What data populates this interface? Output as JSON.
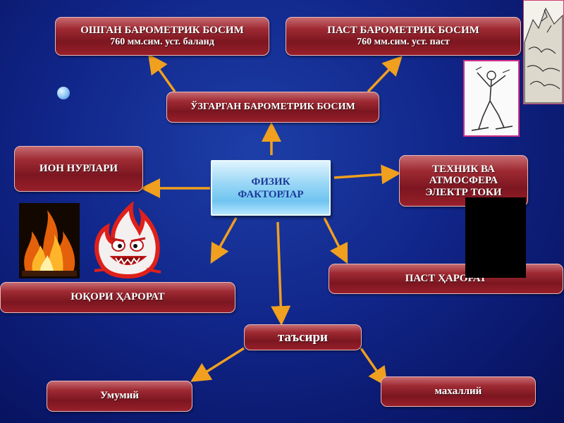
{
  "nodes": {
    "center": {
      "line1": "ФИЗИК",
      "line2": "ФАКТОРЛАР"
    },
    "high_pressure": {
      "title": "ОШГАН БАРОМЕТРИК БОСИМ",
      "sub": "760 мм.сим. уст. баланд"
    },
    "low_pressure": {
      "title": "ПАСТ БАРОМЕТРИК БОСИМ",
      "sub": "760 мм.сим. уст. паст"
    },
    "changed_pressure": {
      "title": "ЎЗГАРГАН БАРОМЕТРИК БОСИМ"
    },
    "ion_rays": {
      "title": "ИОН НУРЛАРИ"
    },
    "technical_electric": {
      "line1": "ТЕХНИК ВА",
      "line2": "АТМОСФЕРА",
      "line3": "ЭЛЕКТР ТОКИ"
    },
    "high_temperature": {
      "title": "ЮҚОРИ ҲАРОРАТ"
    },
    "low_temperature": {
      "title": "ПАСТ ҲАРОРАТ"
    },
    "effect": {
      "title": "таъсири"
    },
    "general": {
      "title": "Умумий"
    },
    "local": {
      "title": "махаллий"
    }
  },
  "colors": {
    "background": "#11268a",
    "box_red": "#7c1620",
    "center_blue": "#6fc4f0",
    "arrow": "#f0a01e"
  },
  "icons": [
    "mountain-sketch-icon",
    "skier-sketch-icon",
    "fire-photo-icon",
    "fire-mascot-icon",
    "blue-sphere-icon"
  ]
}
